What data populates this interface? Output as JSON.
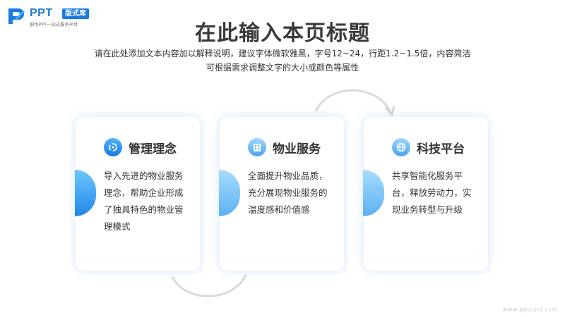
{
  "logo": {
    "text": "PPT",
    "badge": "版式库",
    "tagline": "职场PPT一站式服务平台"
  },
  "title": "在此输入本页标题",
  "subtitle": {
    "line1": "请在此处添加文本内容加以解释说明，建议字体微软雅黑，字号12~24，行距1.2~1.5倍，内容简洁",
    "line2": "可根据需求调整文字的大小或颜色等属性"
  },
  "cards": [
    {
      "title": "管理理念",
      "icon": "cycle-icon",
      "body": "导入先进的物业服务理念，帮助企业形成了独具特色的物业管理模式"
    },
    {
      "title": "物业服务",
      "icon": "building-icon",
      "body": "全面提升物业品质，充分展现物业服务的温度感和价值感"
    },
    {
      "title": "科技平台",
      "icon": "globe-icon",
      "body": "共享智能化服务平台，释放劳动力，实现业务转型与升级"
    }
  ],
  "footer": "www.pptcool.com",
  "colors": {
    "accent": "#1a7ae0",
    "accent_light": "#6cc8ff",
    "title": "#3a3a3a"
  }
}
